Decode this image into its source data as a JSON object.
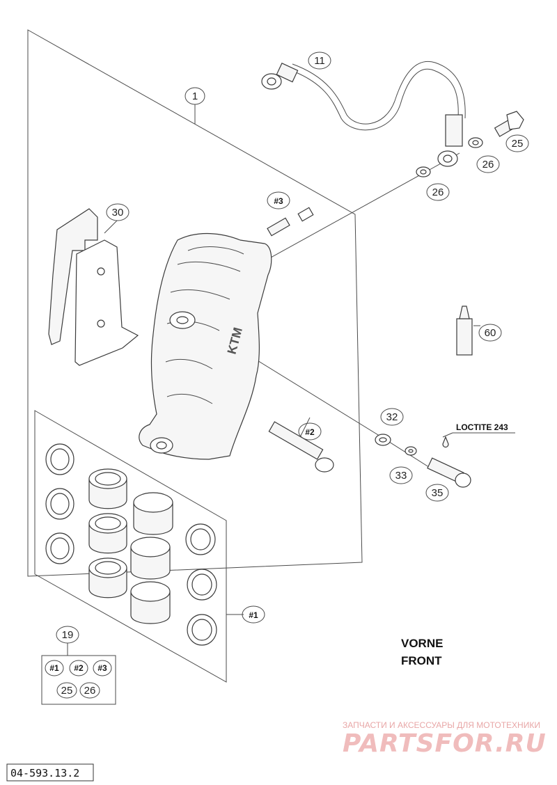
{
  "callouts": {
    "c1": "1",
    "c11": "11",
    "c25": "25",
    "c26a": "26",
    "c26b": "26",
    "c30": "30",
    "c3": "#3",
    "c60": "60",
    "c2": "#2",
    "c32": "32",
    "c33": "33",
    "c35": "35",
    "c1b": "#1",
    "c19": "19"
  },
  "kit_box": {
    "row1": [
      "#1",
      "#2",
      "#3"
    ],
    "row2": [
      "25",
      "26"
    ]
  },
  "loctite_label": "LOCTITE 243",
  "direction": {
    "line1": "VORNE",
    "line2": "FRONT"
  },
  "watermark": {
    "tagline": "ЗАПЧАСТИ И АКСЕССУАРЫ ДЛЯ МОТОТЕХНИКИ",
    "brand": "PARTSFOR.RU"
  },
  "drawing_code": "04-593.13.2",
  "caliper_stamp": "KTM"
}
